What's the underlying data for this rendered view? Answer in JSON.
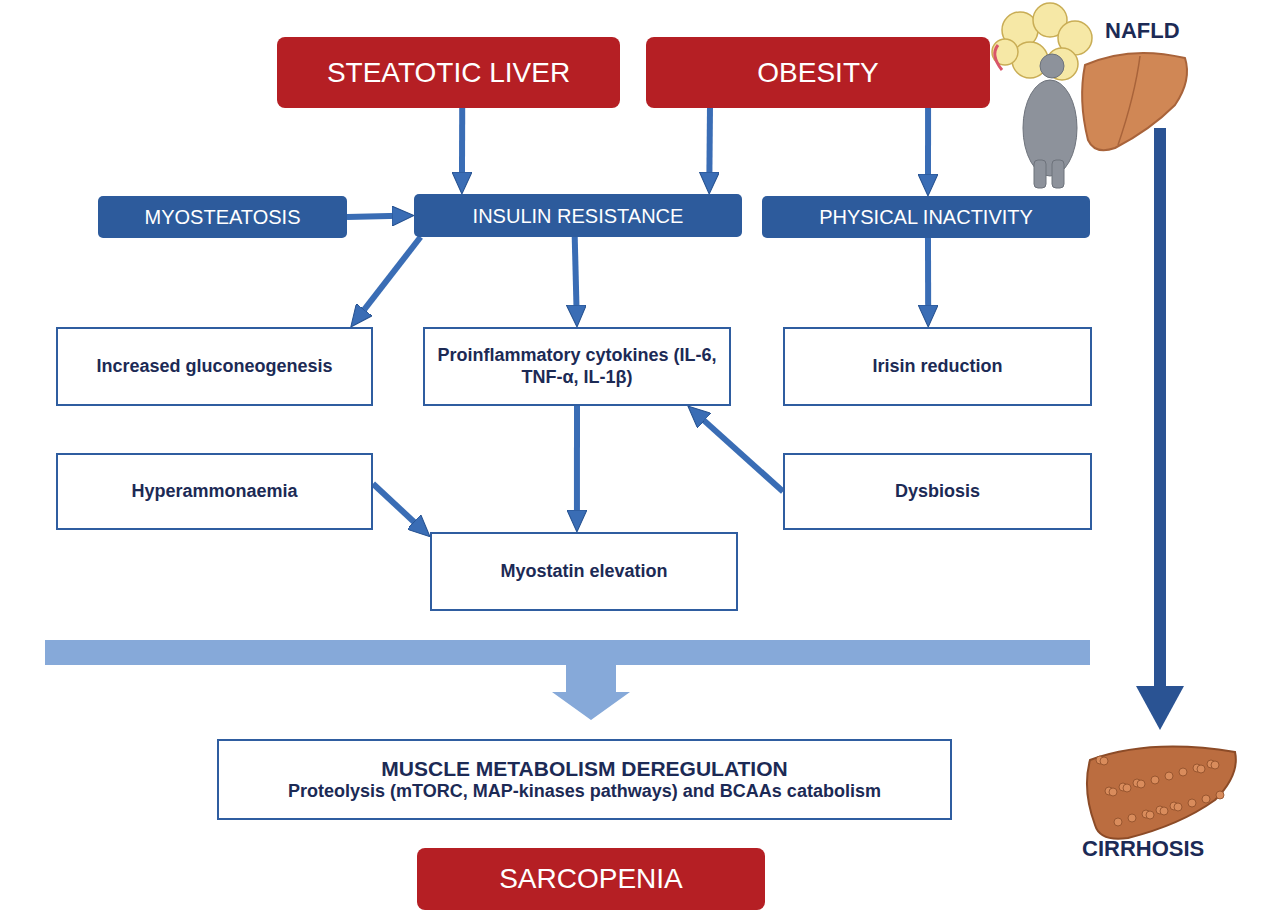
{
  "diagram": {
    "nodes": [
      {
        "text": [
          "STEATOTIC LIVER"
        ]
      },
      {
        "text": [
          "OBESITY"
        ]
      },
      {
        "text": [
          "MYOSTEATOSIS"
        ]
      },
      {
        "text": [
          "INSULIN RESISTANCE"
        ]
      },
      {
        "text": [
          "PHYSICAL INACTIVITY"
        ]
      },
      {
        "text": [
          "Increased gluconeogenesis"
        ]
      },
      {
        "text": [
          "Proinflammatory cytokines (IL-6, TNF-α, IL-1β)"
        ]
      },
      {
        "text": [
          "Irisin reduction"
        ]
      },
      {
        "text": [
          "Hyperammonaemia"
        ]
      },
      {
        "text": [
          "Dysbiosis"
        ]
      },
      {
        "text": [
          "Myostatin elevation"
        ]
      },
      {
        "text": [
          "MUSCLE METABOLISM DEREGULATION",
          "Proteolysis (mTORC, MAP-kinases pathways) and BCAAs catabolism"
        ]
      },
      {
        "text": [
          "SARCOPENIA"
        ]
      }
    ],
    "edges": [
      {
        "from": 0,
        "to": 3,
        "arrow": "to"
      },
      {
        "from": 1,
        "to": 3,
        "arrow": "to"
      },
      {
        "from": 1,
        "to": 4,
        "arrow": "to"
      },
      {
        "from": 2,
        "to": 3,
        "arrow": "to"
      },
      {
        "from": 3,
        "to": 5,
        "arrow": "to"
      },
      {
        "from": 3,
        "to": 6,
        "arrow": "to"
      },
      {
        "from": 4,
        "to": 7,
        "arrow": "to"
      },
      {
        "from": 6,
        "to": 10,
        "arrow": "to"
      },
      {
        "from": 8,
        "to": 10,
        "arrow": "to"
      },
      {
        "from": 9,
        "to": 6,
        "arrow": "to"
      }
    ],
    "labels": [
      "NAFLD",
      "CIRRHOSIS"
    ]
  }
}
